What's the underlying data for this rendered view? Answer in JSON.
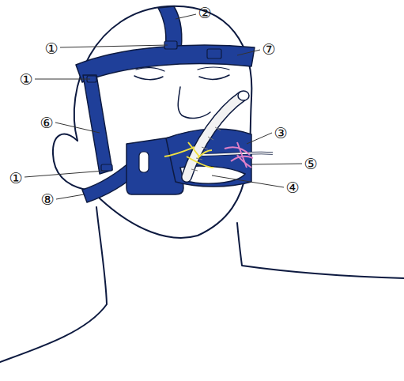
{
  "diagram": {
    "labels": [
      "②",
      "①",
      "⑦",
      "①",
      "⑥",
      "③",
      "⑤",
      "①",
      "④",
      "⑧"
    ]
  }
}
